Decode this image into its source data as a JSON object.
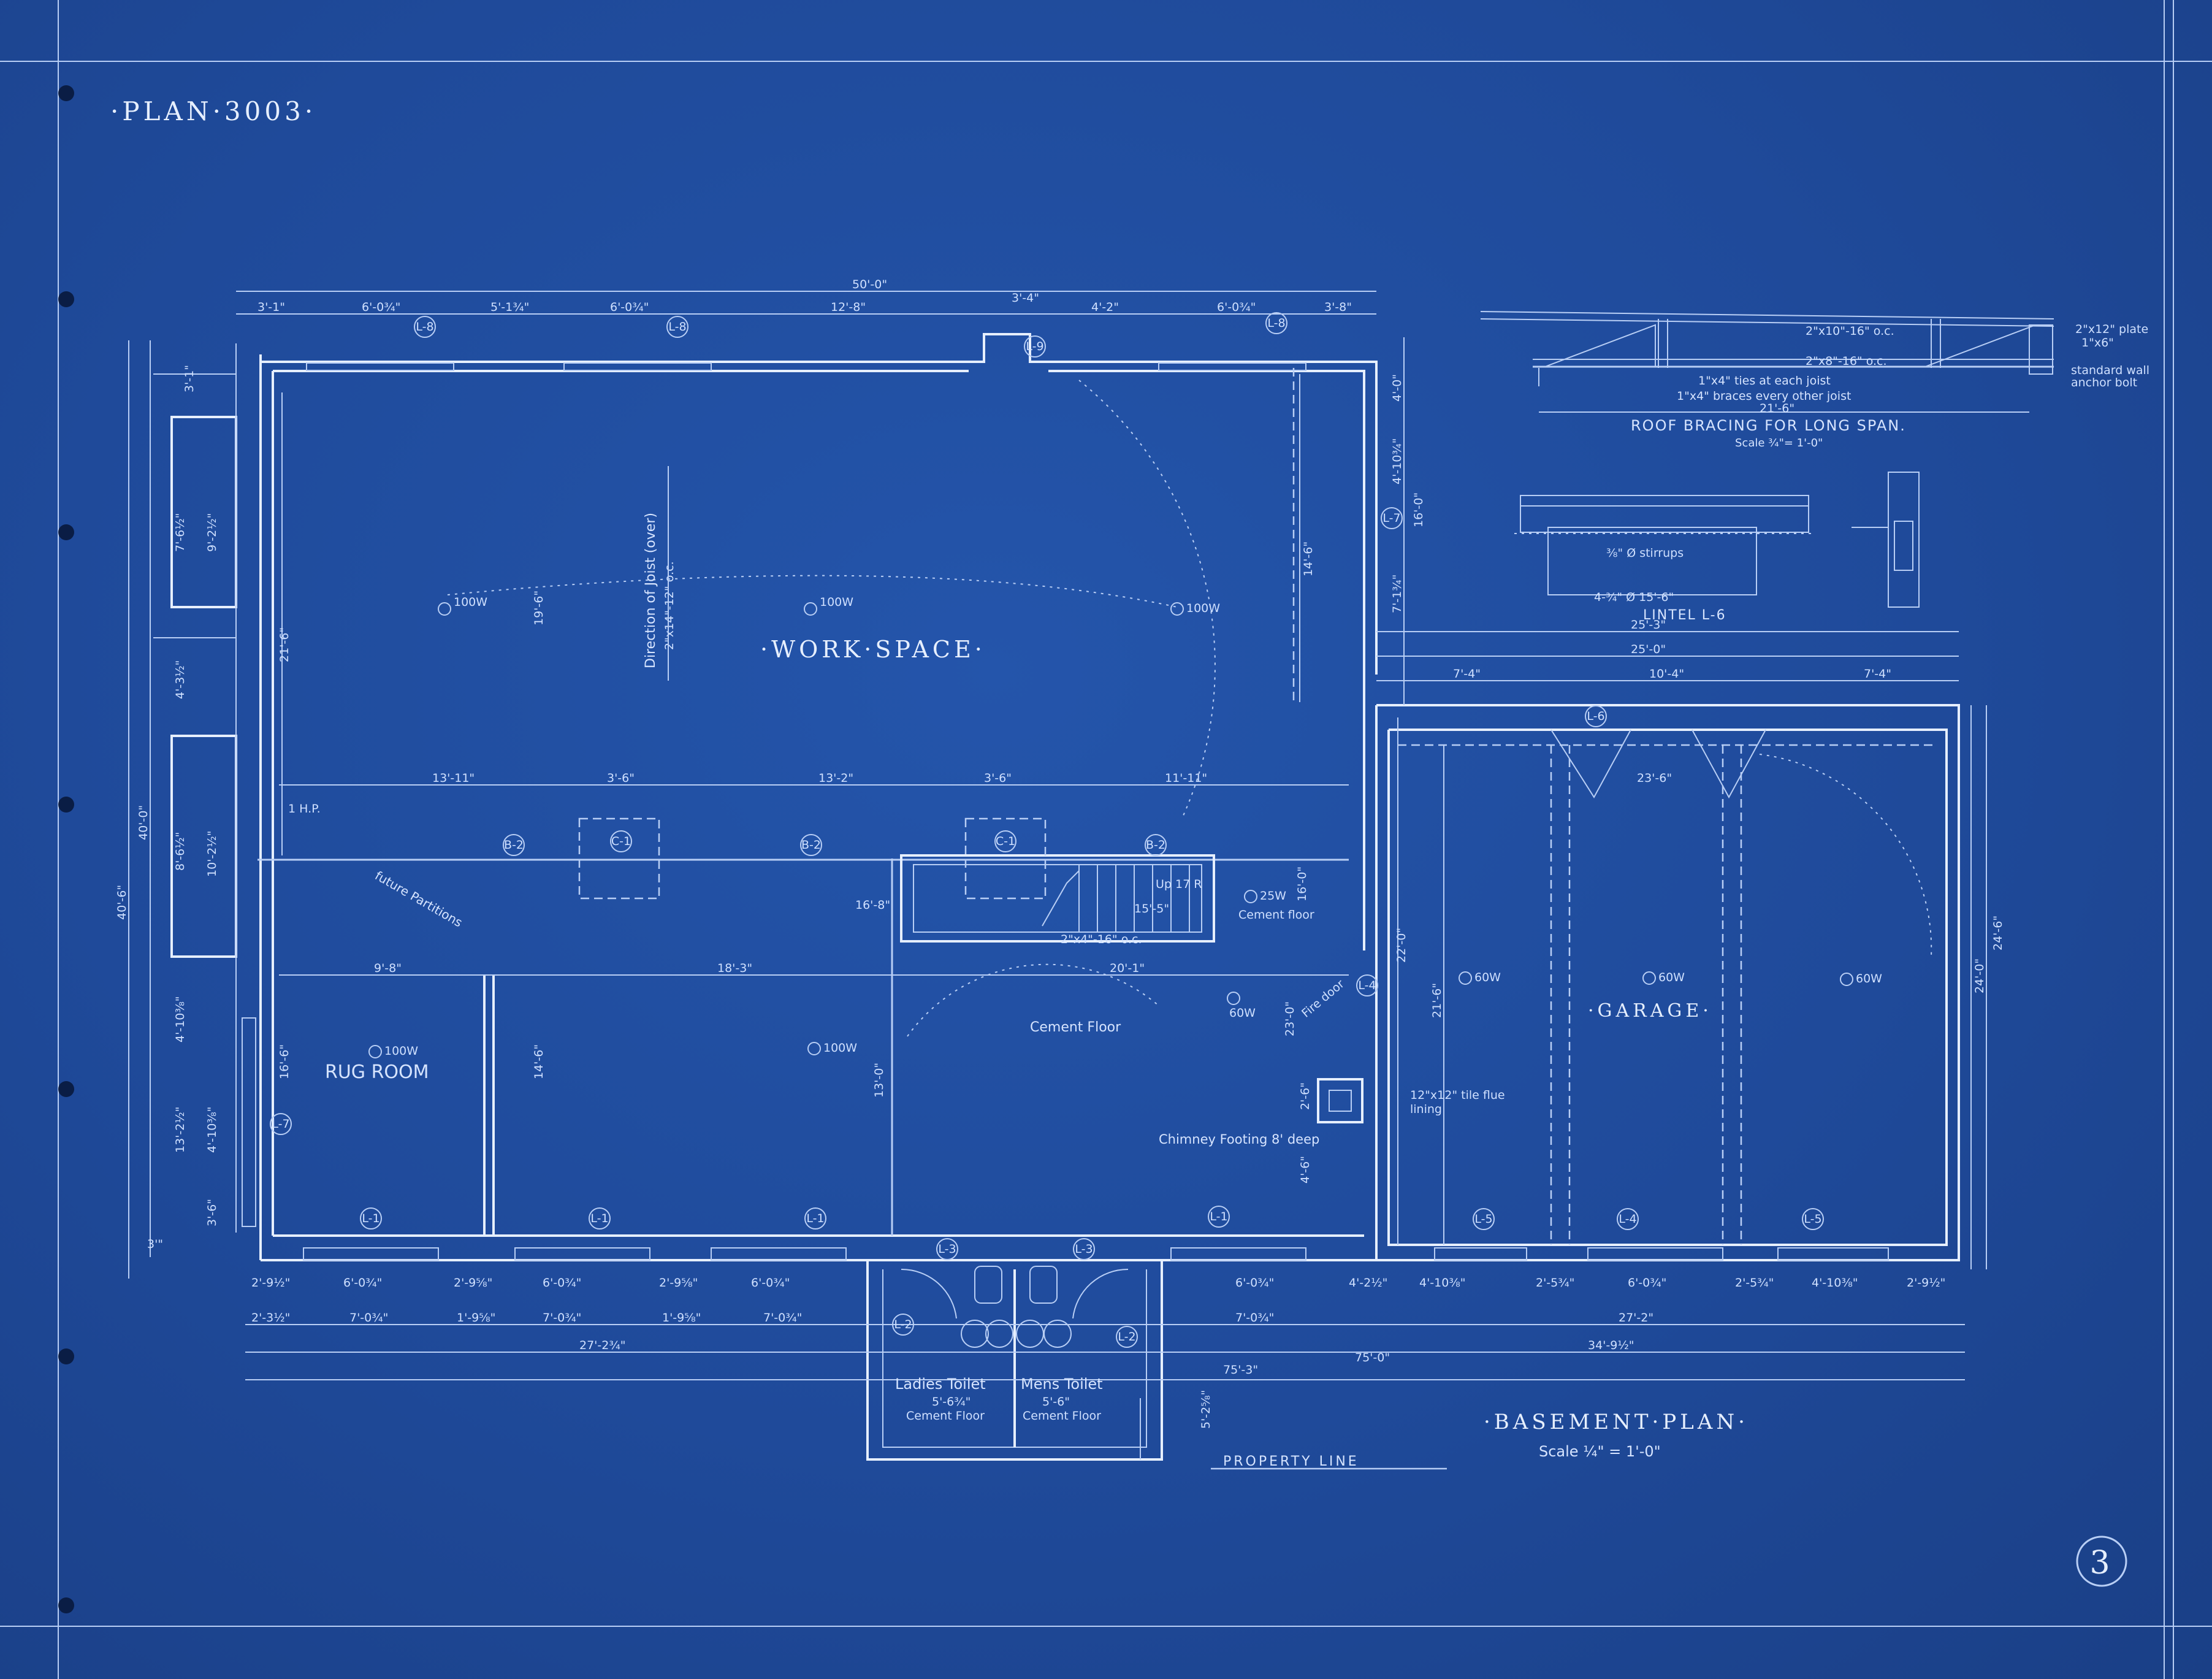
{
  "sheet": {
    "plan_number": "·PLAN·3003·",
    "sheet_number": "3",
    "main_title": "·BASEMENT·PLAN·",
    "main_scale": "Scale ¼\" = 1'-0\"",
    "property_line": "PROPERTY LINE"
  },
  "rooms": {
    "work_space": "·WORK·SPACE·",
    "garage": "·GARAGE·",
    "rug_room": "RUG ROOM",
    "ladies_toilet": "Ladies Toilet",
    "mens_toilet": "Mens Toilet",
    "ladies_dim": "5'-6¾\"",
    "mens_dim": "5'-6\"",
    "cement_floor": "Cement Floor"
  },
  "notes": {
    "joist_direction": "Direction of Joist (over)",
    "joist_spec": "2\"x14\"-12\" o.c.",
    "future_partitions": "future Partitions",
    "cement_floor_main": "Cement Floor",
    "cement_floor_stair": "Cement floor",
    "chimney_footing": "Chimney Footing 8' deep",
    "tile_flue": "12\"x12\" tile flue",
    "tile_flue_2": "lining",
    "stair_up": "Up 17 R",
    "stair_joist": "2\"x4\"-16\" o.c.",
    "hp": "1 H.P.",
    "fire_door": "Fire door"
  },
  "fixtures": {
    "light_100w": "100W",
    "light_60w": "60W",
    "light_25w": "25W"
  },
  "tags": {
    "l1": "L-1",
    "l2": "L-2",
    "l3": "L-3",
    "l4": "L-4",
    "l5": "L-5",
    "l6": "L-6",
    "l7": "L-7",
    "l8": "L-8",
    "l9": "L-9",
    "b2": "B-2",
    "c1": "C-1"
  },
  "dimensions": {
    "overall_top": "50'-0\"",
    "top": [
      "3'-1\"",
      "6'-0¾\"",
      "5'-1¾\"",
      "6'-0¾\"",
      "12'-8\"",
      "3'-4\"",
      "4'-2\"",
      "6'-0¾\"",
      "3'-8\""
    ],
    "left_overall": "40'-6\"",
    "left_inner": "40'-0\"",
    "left_parts": [
      "3'-1\"",
      "7'-6½\"",
      "9'-2½\"",
      "4'-3½\"",
      "8'-6½\"",
      "10'-2½\"",
      "4'-10⅜\"",
      "13'-2½\"",
      "4'-10⅜\"",
      "3'-6\"",
      "3'\""
    ],
    "work_depth": "21'-6\"",
    "work_inner": "19'-6\"",
    "work_right": "14'-6\"",
    "mid_row": [
      "13'-11\"",
      "3'-6\"",
      "13'-2\"",
      "3'-6\"",
      "11'-11\""
    ],
    "stair_run": "16'-8\"",
    "stair_run2": "15'-5\"",
    "rug_width": "9'-8\"",
    "center_width": "18'-3\"",
    "stair_width": "20'-1\"",
    "rug_depth": "16'-6\"",
    "center_depth": "14'-6\"",
    "center_depth2": "13'-0\"",
    "right_col": [
      "4'-0\"",
      "4'-10¾\"",
      "16'-0\"",
      "7'-1¾\"",
      "22'-0\"",
      "23'-0\"",
      "2'-6\"",
      "4'-6\"",
      "16'-0\""
    ],
    "garage_overall": "25'-3\"",
    "garage_inner": "25'-0\"",
    "garage_top": [
      "7'-4\"",
      "10'-4\"",
      "7'-4\""
    ],
    "garage_span": "23'-6\"",
    "garage_depth": "24'-0\"",
    "garage_depth2": "24'-6\"",
    "garage_inner_depth": "21'-6\"",
    "bottom_row1": [
      "2'-9½\"",
      "6'-0¾\"",
      "2'-9⅝\"",
      "6'-0¾\"",
      "2'-9⅝\"",
      "6'-0¾\"",
      "6'-0¾\"",
      "4'-2½\"",
      "4'-10⅜\"",
      "2'-5¾\"",
      "6'-0¾\"",
      "2'-5¾\"",
      "4'-10⅜\"",
      "2'-9½\""
    ],
    "bottom_row2": [
      "2'-3½\"",
      "7'-0¾\"",
      "1'-9⅝\"",
      "7'-0¾\"",
      "1'-9⅝\"",
      "7'-0¾\"",
      "7'-0¾\"",
      "27'-2\""
    ],
    "bottom_row3": [
      "27'-2¾\"",
      "34'-9½\""
    ],
    "overall_bottom": "75'-3\"",
    "overall_bottom2": "75'-0\"",
    "toilet_depth": "5'-2⅝\""
  },
  "details": {
    "roof_title": "ROOF BRACING FOR LONG SPAN.",
    "roof_scale": "Scale ¾\"= 1'-0\"",
    "roof_notes": [
      "1\"x4\" ties at each joist",
      "1\"x4\" braces every other joist"
    ],
    "roof_joists": "2\"x10\"-16\" o.c.",
    "roof_joists2": "2\"x8\"-16\" o.c.",
    "roof_span": "21'-6\"",
    "roof_plate": "2\"x12\" plate",
    "roof_plate2": "1\"x6\"",
    "roof_anchor": "standard wall",
    "roof_anchor2": "anchor bolt",
    "lintel_title": "LINTEL L-6",
    "lintel_stirrups": "⅜\" Ø stirrups",
    "lintel_bars": "4-¾\" Ø 15'-6\""
  },
  "colors": {
    "paper": "#1f4a9a",
    "ink": "#e6efff"
  }
}
